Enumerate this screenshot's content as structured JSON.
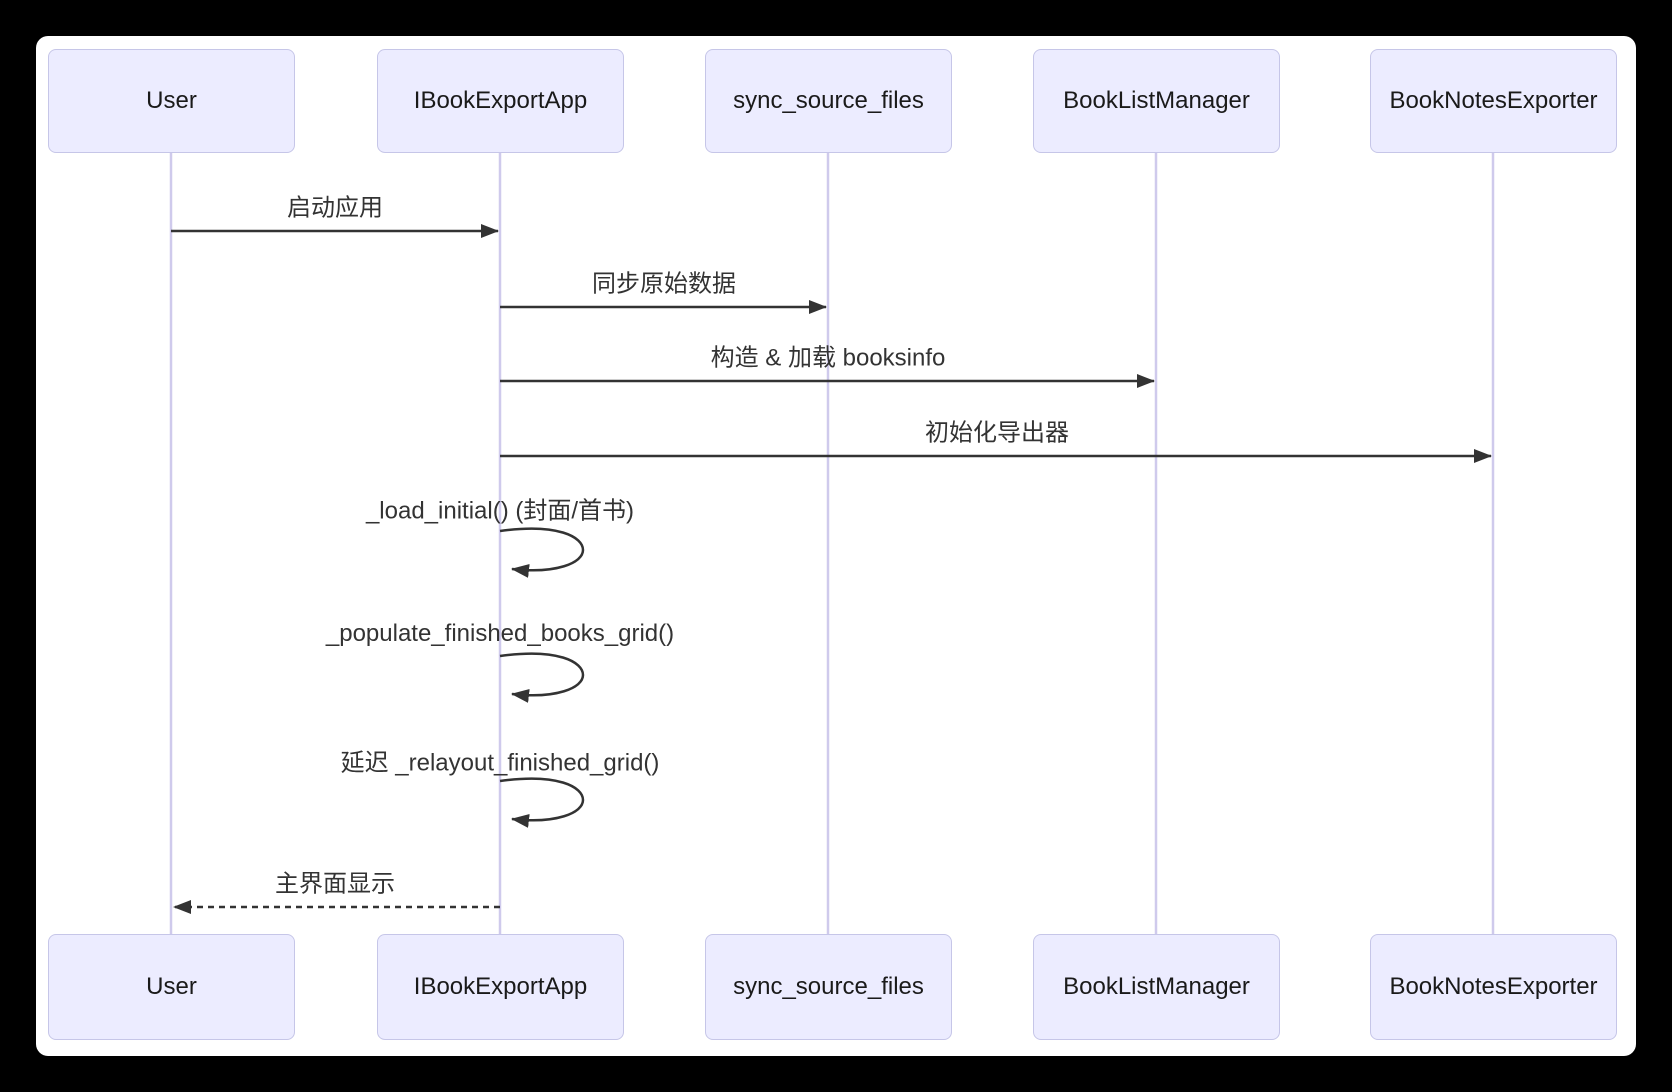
{
  "diagram": {
    "kind": "sequence-diagram",
    "actors": [
      {
        "id": "user",
        "name": "User"
      },
      {
        "id": "app",
        "name": "IBookExportApp"
      },
      {
        "id": "sync",
        "name": "sync_source_files"
      },
      {
        "id": "booklist",
        "name": "BookListManager"
      },
      {
        "id": "exporter",
        "name": "BookNotesExporter"
      }
    ],
    "messages": [
      {
        "from": "User",
        "to": "IBookExportApp",
        "label": "启动应用",
        "line": "solid"
      },
      {
        "from": "IBookExportApp",
        "to": "sync_source_files",
        "label": "同步原始数据",
        "line": "solid"
      },
      {
        "from": "IBookExportApp",
        "to": "BookListManager",
        "label": "构造 & 加载 booksinfo",
        "line": "solid"
      },
      {
        "from": "IBookExportApp",
        "to": "BookNotesExporter",
        "label": "初始化导出器",
        "line": "solid"
      },
      {
        "from": "IBookExportApp",
        "to": "IBookExportApp",
        "label": "_load_initial() (封面/首书)",
        "line": "self-loop"
      },
      {
        "from": "IBookExportApp",
        "to": "IBookExportApp",
        "label": "_populate_finished_books_grid()",
        "line": "self-loop"
      },
      {
        "from": "IBookExportApp",
        "to": "IBookExportApp",
        "label": "延迟 _relayout_finished_grid()",
        "line": "self-loop"
      },
      {
        "from": "IBookExportApp",
        "to": "User",
        "label": "主界面显示",
        "line": "dashed"
      }
    ],
    "colors": {
      "page_background": "#000000",
      "canvas_background": "#FFFFFF",
      "actor_fill": "#ECECFF",
      "actor_border": "#C6C6E8",
      "lifeline": "#CFCAEC",
      "arrow": "#333333",
      "text": "#333333"
    }
  }
}
